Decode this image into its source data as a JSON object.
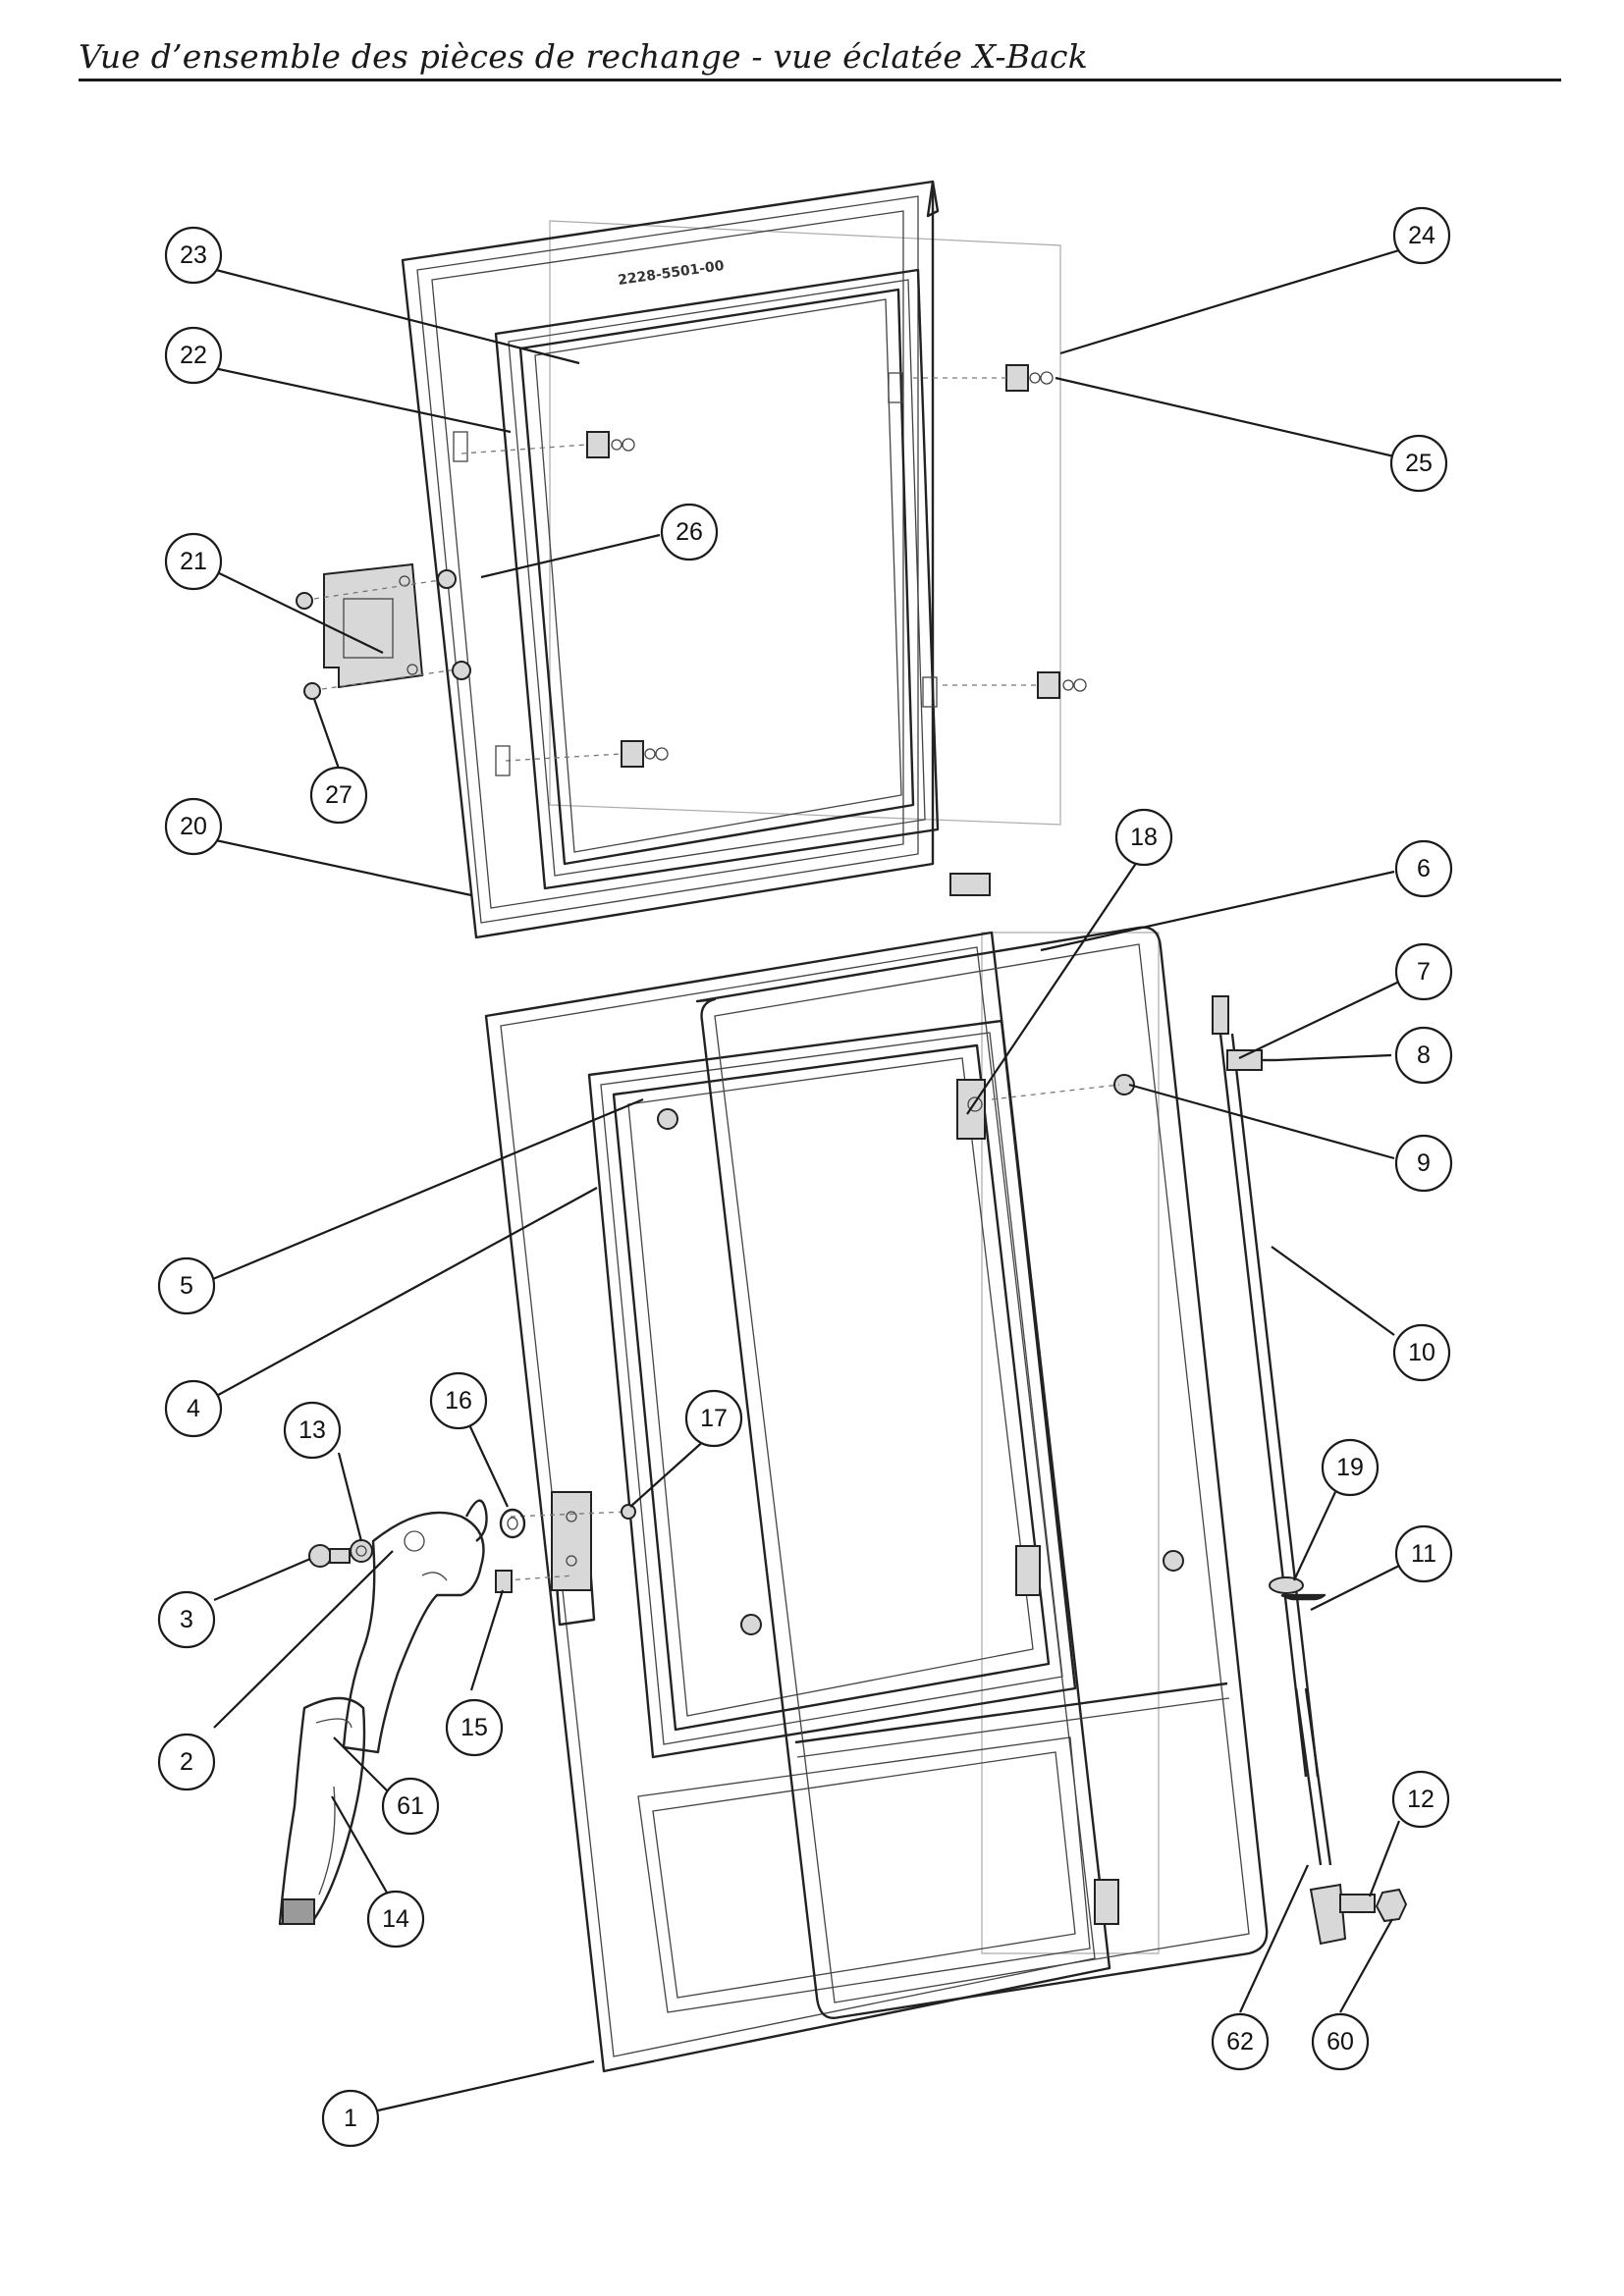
{
  "header": {
    "title": "Vue d’ensemble des pièces de rechange - vue éclatée X-Back"
  },
  "diagram": {
    "part_engraving": "2228-5501-00",
    "callouts": [
      {
        "id": "c23",
        "label": "23"
      },
      {
        "id": "c22",
        "label": "22"
      },
      {
        "id": "c21",
        "label": "21"
      },
      {
        "id": "c27",
        "label": "27"
      },
      {
        "id": "c20",
        "label": "20"
      },
      {
        "id": "c26",
        "label": "26"
      },
      {
        "id": "c24",
        "label": "24"
      },
      {
        "id": "c25",
        "label": "25"
      },
      {
        "id": "c18",
        "label": "18"
      },
      {
        "id": "c6",
        "label": "6"
      },
      {
        "id": "c7",
        "label": "7"
      },
      {
        "id": "c8",
        "label": "8"
      },
      {
        "id": "c9",
        "label": "9"
      },
      {
        "id": "c10",
        "label": "10"
      },
      {
        "id": "c5",
        "label": "5"
      },
      {
        "id": "c4",
        "label": "4"
      },
      {
        "id": "c13",
        "label": "13"
      },
      {
        "id": "c16",
        "label": "16"
      },
      {
        "id": "c17",
        "label": "17"
      },
      {
        "id": "c3",
        "label": "3"
      },
      {
        "id": "c2",
        "label": "2"
      },
      {
        "id": "c15",
        "label": "15"
      },
      {
        "id": "c61",
        "label": "61"
      },
      {
        "id": "c14",
        "label": "14"
      },
      {
        "id": "c19",
        "label": "19"
      },
      {
        "id": "c11",
        "label": "11"
      },
      {
        "id": "c12",
        "label": "12"
      },
      {
        "id": "c62",
        "label": "62"
      },
      {
        "id": "c60",
        "label": "60"
      },
      {
        "id": "c1",
        "label": "1"
      }
    ]
  }
}
